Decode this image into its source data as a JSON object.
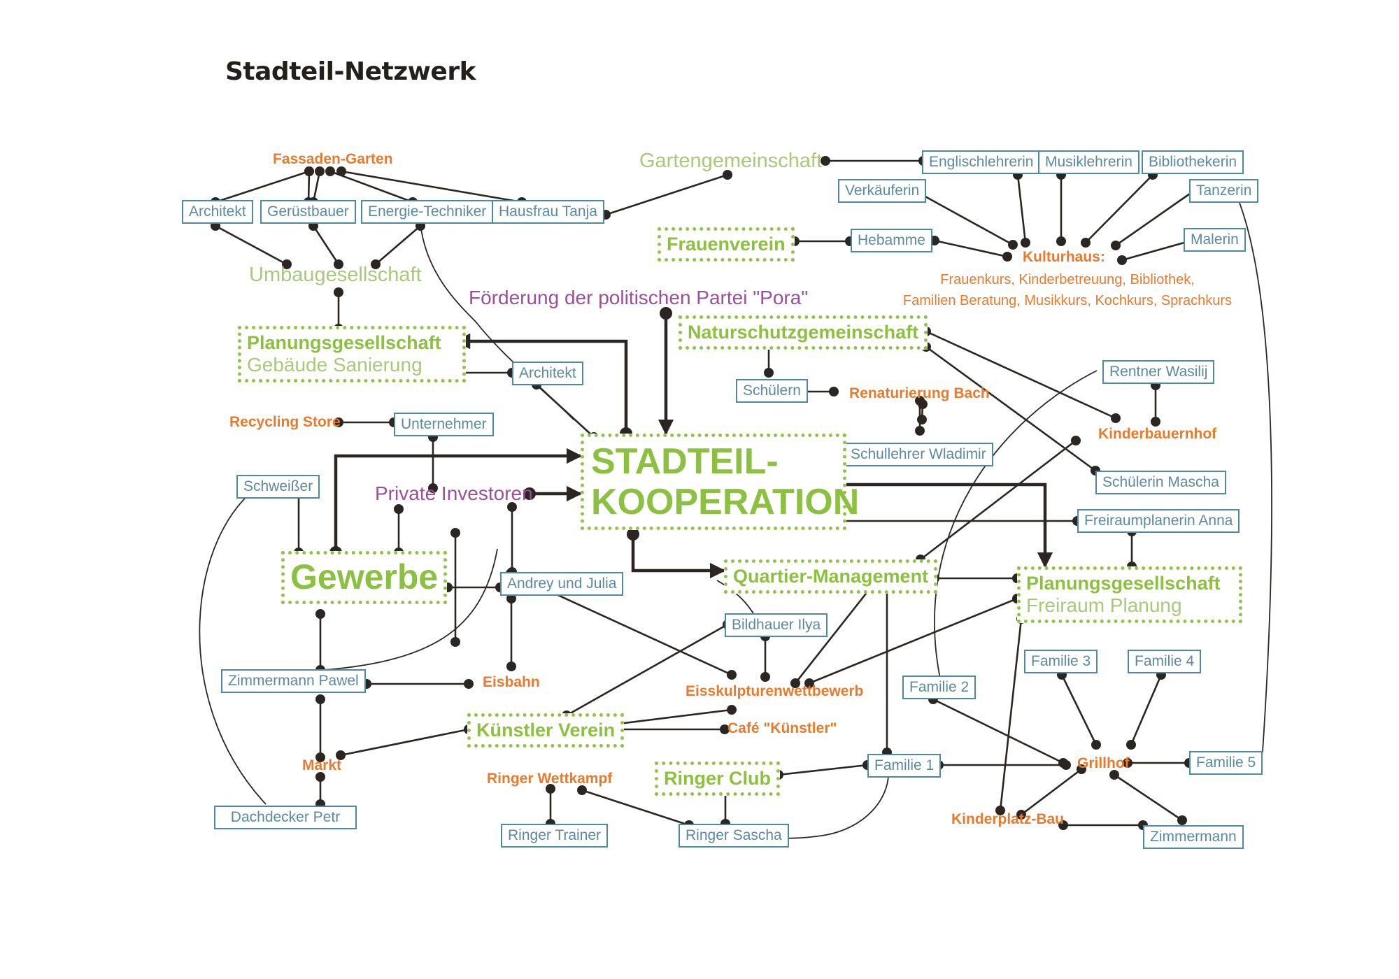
{
  "title": "Stadteil-Netzwerk",
  "colors": {
    "box_border": "#4e8aa4",
    "box_text": "#5a8aa0",
    "green": "#8cc040",
    "green_light": "#a7c979",
    "orange": "#e97a2c",
    "purple": "#9b4f9b",
    "line": "#2c2623"
  },
  "nodes": {
    "fassaden_garten": "Fassaden-Garten",
    "architekt_top": "Architekt",
    "geruestbauer": "Gerüstbauer",
    "energie_techniker": "Energie-Techniker",
    "hausfrau_tanja": "Hausfrau Tanja",
    "umbaugesellschaft": "Umbaugesellschaft",
    "gartengemeinschaft": "Gartengemeinschaft",
    "englischlehrerin": "Englischlehrerin",
    "musiklehrerin": "Musiklehrerin",
    "bibliothekerin": "Bibliothekerin",
    "verkaeuferin": "Verkäuferin",
    "tanzerin": "Tanzerin",
    "frauenverein": "Frauenverein",
    "hebamme": "Hebamme",
    "kulturhaus": "Kulturhaus:",
    "kulturhaus_desc_1": "Frauenkurs, Kinderbetreuung, Bibliothek,",
    "kulturhaus_desc_2": "Familien Beratung, Musikkurs, Kochkurs, Sprachkurs",
    "malerin": "Malerin",
    "foerderung": "Förderung der politischen Partei \"Pora\"",
    "planungsgesellschaft_1": "Planungsgesellschaft",
    "planungsgesellschaft_1_sub": "Gebäude Sanierung",
    "architekt_mid": "Architekt",
    "naturschutzgemeinschaft": "Naturschutzgemeinschaft",
    "schuelern": "Schülern",
    "renaturierung_bach": "Renaturierung Bach",
    "rentner_wasilij": "Rentner Wasilij",
    "kinderbauernhof": "Kinderbauernhof",
    "schullehrer_wladimir": "Schullehrer Wladimir",
    "schuelerin_mascha": "Schülerin Mascha",
    "recycling_store": "Recycling Store",
    "unternehmer": "Unternehmer",
    "schweisser": "Schweißer",
    "private_investoren": "Private Investoren",
    "stadteil_kooperation_1": "STADTEIL-",
    "stadteil_kooperation_2": "KOOPERATION",
    "freiraumplanerin_anna": "Freiraumplanerin Anna",
    "gewerbe": "Gewerbe",
    "andrey_julia": "Andrey und Julia",
    "quartier_management": "Quartier-Management",
    "planungsgesellschaft_2": "Planungsgesellschaft",
    "planungsgesellschaft_2_sub": "Freiraum Planung",
    "bildhauer_ilya": "Bildhauer Ilya",
    "zimmermann_pawel": "Zimmermann Pawel",
    "eisbahn": "Eisbahn",
    "eisskulpturenwettbewerb": "Eisskulpturenwettbewerb",
    "familie_2": "Familie 2",
    "familie_3": "Familie 3",
    "familie_4": "Familie 4",
    "kuenstler_verein": "Künstler Verein",
    "cafe_kuenstler": "Café \"Künstler\"",
    "markt": "Markt",
    "ringer_wettkampf": "Ringer Wettkampf",
    "ringer_club": "Ringer Club",
    "familie_1": "Familie 1",
    "grillhof": "Grillhof",
    "familie_5": "Familie 5",
    "dachdecker_petr": "Dachdecker Petr",
    "ringer_trainer": "Ringer Trainer",
    "ringer_sascha": "Ringer Sascha",
    "kinderplatz_bau": "Kinderplatz-Bau",
    "zimmermann": "Zimmermann"
  }
}
